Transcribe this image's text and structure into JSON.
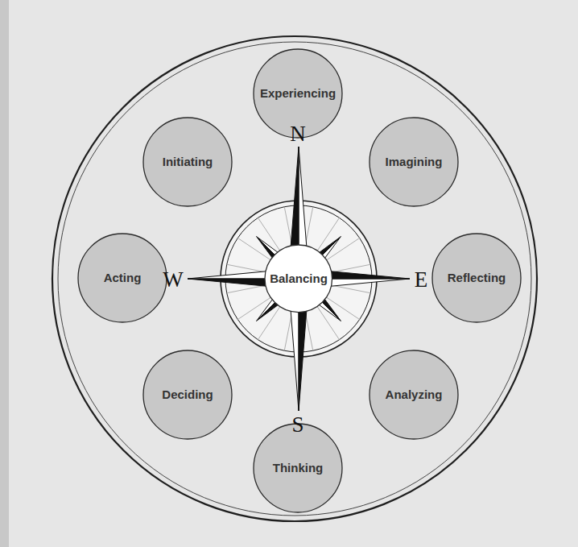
{
  "diagram": {
    "nodes": [
      {
        "text": [
          "Experiencing"
        ]
      },
      {
        "text": [
          "Initiating"
        ]
      },
      {
        "text": [
          "Imagining"
        ]
      },
      {
        "text": [
          "Acting"
        ]
      },
      {
        "text": [
          "Balancing"
        ]
      },
      {
        "text": [
          "Reflecting"
        ]
      },
      {
        "text": [
          "Deciding"
        ]
      },
      {
        "text": [
          "Analyzing"
        ]
      },
      {
        "text": [
          "Thinking"
        ]
      }
    ],
    "labels": [
      "N",
      "W",
      "E",
      "S"
    ]
  }
}
